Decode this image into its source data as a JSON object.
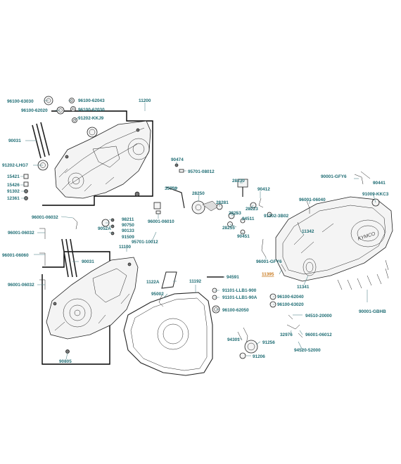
{
  "colors": {
    "label": "#1f6d74",
    "highlight": "#c8791e",
    "line": "#5a8c8f",
    "ink": "#222222"
  },
  "labels": {
    "l96100_63030": "96100-63030",
    "l96100_62043": "96100-62043",
    "l96100_62020": "96100-62020",
    "l96100_62030": "96100-62030",
    "l91202_KKJ9": "91202-KKJ9",
    "l11200": "11200",
    "l90031a": "90031",
    "l91202_LHG7": "91202-LHG7",
    "l15421": "15421",
    "l15426": "15426",
    "l91302": "91302",
    "l12361": "12361",
    "l90474": "90474",
    "l95701_08012": "95701-08012",
    "l35759": "35759",
    "l28230": "28230",
    "l90412": "90412",
    "l90001_GFY6a": "90001-GFY6",
    "l90441": "90441",
    "l91009_KKC3": "91009-KKC3",
    "l28250": "28250",
    "l28281": "28281",
    "l28223": "28223",
    "l96001_06040": "96001-06040",
    "l96001_06032a": "96001-06032",
    "l98211": "98211",
    "l90750": "90750",
    "l9052A": "9052A",
    "l90133": "90133",
    "l91509": "91509",
    "l96001_06010": "96001-06010",
    "l28253": "28253",
    "l94511": "94511",
    "l28255": "28255",
    "l90451": "90451",
    "l91202_3B02": "91202-3B02",
    "l11342": "11342",
    "l96001_06032b": "96001-06032",
    "l95701_10012": "95701-10012",
    "l96001_GFY6b": "96001-GFY6",
    "l11100": "11100",
    "l96001_06060": "96001-06060",
    "l90031b": "90031",
    "l11395": "11395",
    "l11341": "11341",
    "l94591": "94591",
    "l1122A": "1122A",
    "l11192": "11192",
    "l96001_06032c": "96001-06032",
    "l95002": "95002",
    "l91101_LLB1_900": "91101-LLB1-900",
    "l91101_LLB1_90A": "91101-LLB1-90A",
    "l96100_62040": "96100-62040",
    "l96100_63020": "96100-63020",
    "l90001_GBHB": "90001-GBHB",
    "l96100_62050": "96100-62050",
    "l94510_20000": "94510-20000",
    "l32976": "32976",
    "l96001_06012": "96001-06012",
    "l94301": "94301",
    "l91256": "91256",
    "l94520_52000": "94520-52000",
    "l91206": "91206",
    "l90805": "90805"
  }
}
